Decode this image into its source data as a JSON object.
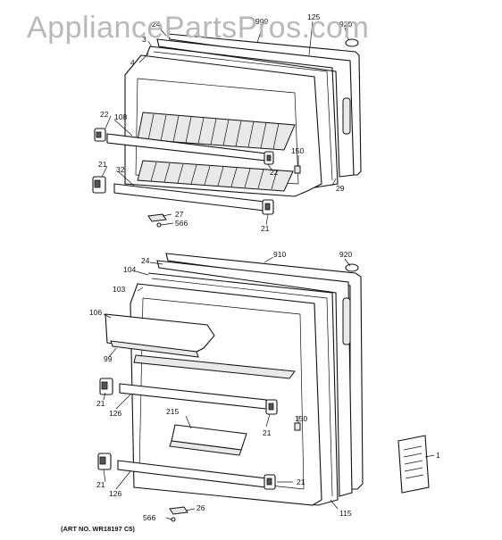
{
  "watermark": "AppliancePartsPros.com",
  "art_number": "(ART NO. WR18197 C5)",
  "freezer_door": {
    "callouts": {
      "c24": "24",
      "c3": "3",
      "c900": "900",
      "c125": "125",
      "c920": "920",
      "c4": "4",
      "c22a": "22",
      "c108": "108",
      "c21a": "21",
      "c32": "32",
      "c150": "150",
      "c22b": "22",
      "c29": "29",
      "c27": "27",
      "c566": "566",
      "c21b": "21"
    }
  },
  "fresh_food_door": {
    "callouts": {
      "c910": "910",
      "c920": "920",
      "c24": "24",
      "c104": "104",
      "c103": "103",
      "c106": "106",
      "c99": "99",
      "c21a": "21",
      "c126a": "126",
      "c215": "215",
      "c21b": "21",
      "c150": "150",
      "c21c": "21",
      "c126b": "126",
      "c21d": "21",
      "c115": "115",
      "c26": "26",
      "c566": "566"
    }
  },
  "manual": {
    "callouts": {
      "c1": "1"
    }
  }
}
